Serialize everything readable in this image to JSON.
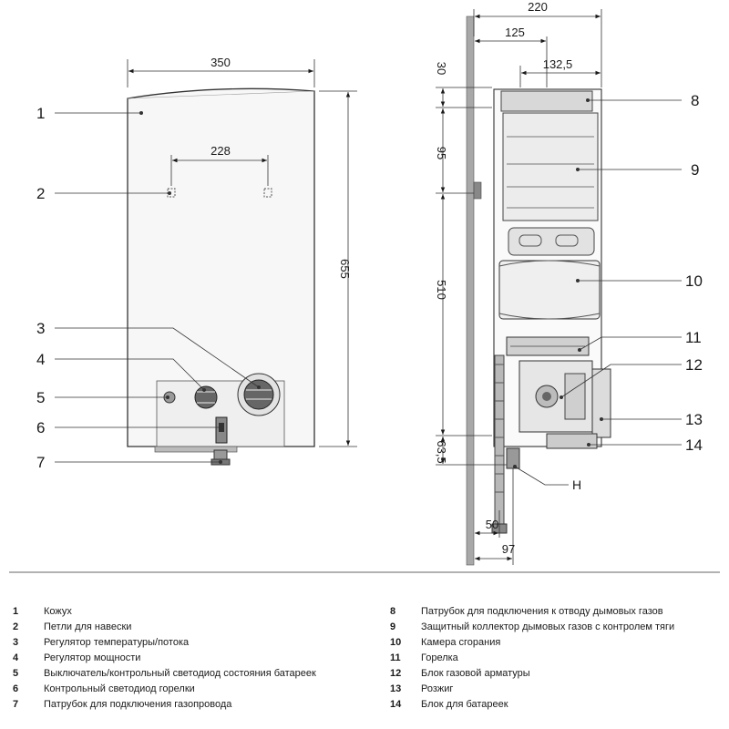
{
  "dimensions": {
    "front_width": "350",
    "hook_spacing": "228",
    "front_height": "655",
    "side_depth_total": "220",
    "side_depth_outlet": "125",
    "side_depth_flue": "132,5",
    "top_offset": "30",
    "hook_height": "95",
    "mount_height": "510",
    "bottom_offset": "63,5",
    "gas_offset": "50",
    "gas_depth": "97"
  },
  "callouts": {
    "front": [
      "1",
      "2",
      "3",
      "4",
      "5",
      "6",
      "7"
    ],
    "side": [
      "8",
      "9",
      "10",
      "11",
      "12",
      "13",
      "14"
    ],
    "h_label": "H"
  },
  "legend_left": [
    {
      "num": "1",
      "text": "Кожух"
    },
    {
      "num": "2",
      "text": "Петли для навески"
    },
    {
      "num": "3",
      "text": "Регулятор температуры/потока"
    },
    {
      "num": "4",
      "text": "Регулятор мощности"
    },
    {
      "num": "5",
      "text": "Выключатель/контрольный светодиод состояния батареек"
    },
    {
      "num": "6",
      "text": "Контрольный светодиод горелки"
    },
    {
      "num": "7",
      "text": "Патрубок для подключения газопровода"
    }
  ],
  "legend_right": [
    {
      "num": "8",
      "text": "Патрубок для подключения к отводу дымовых газов"
    },
    {
      "num": "9",
      "text": "Защитный коллектор дымовых газов с контролем тяги"
    },
    {
      "num": "10",
      "text": "Камера сгорания"
    },
    {
      "num": "11",
      "text": "Горелка"
    },
    {
      "num": "12",
      "text": "Блок газовой арматуры"
    },
    {
      "num": "13",
      "text": "Розжиг"
    },
    {
      "num": "14",
      "text": "Блок для батареек"
    }
  ]
}
